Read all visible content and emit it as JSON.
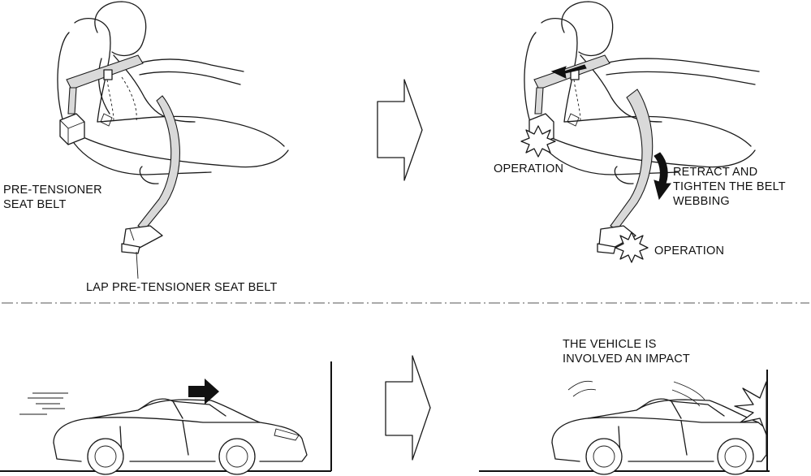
{
  "labels": {
    "pretensioner_line1": "PRE-TENSIONER",
    "pretensioner_line2": "SEAT BELT",
    "lap_pretensioner": "LAP PRE-TENSIONER SEAT BELT",
    "operation_upper": "OPERATION",
    "retract_line1": "RETRACT AND",
    "retract_line2": "TIGHTEN THE BELT",
    "retract_line3": "WEBBING",
    "operation_lower": "OPERATION",
    "impact_line1": "THE VEHICLE IS",
    "impact_line2": "INVOLVED AN IMPACT"
  },
  "colors": {
    "line": "#1a1a1a",
    "belt_fill": "#d9d9d9",
    "arrow_fill": "#111111",
    "background": "#ffffff"
  },
  "icons": {
    "process_arrow": "hollow-right-arrow",
    "motion_arrow": "solid-right-arrow",
    "explosion": "starburst",
    "impact": "impact-burst"
  }
}
